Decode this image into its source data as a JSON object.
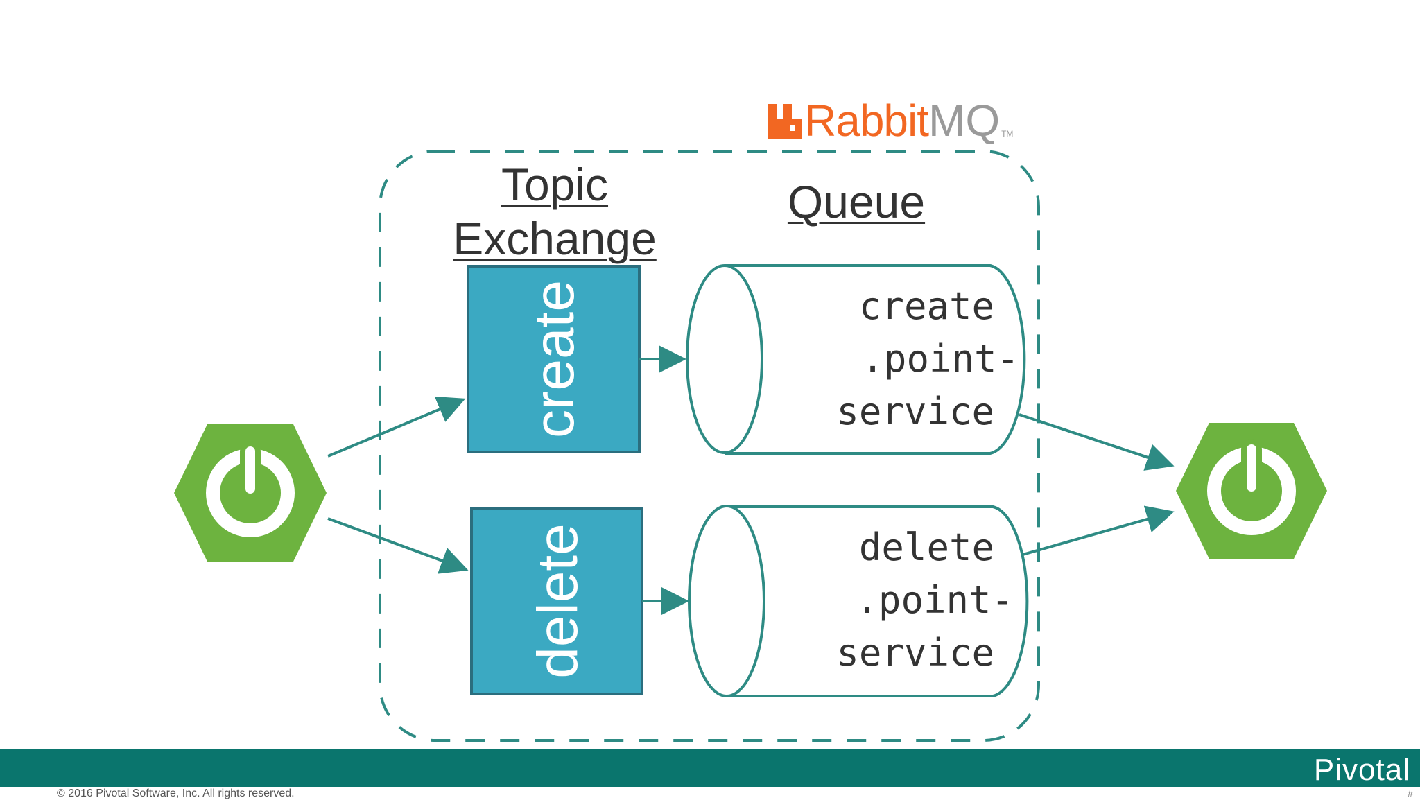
{
  "logo": {
    "rabbit": "Rabbit",
    "mq": "MQ",
    "tm": "TM"
  },
  "headings": {
    "topic_exchange": [
      "Topic",
      "Exchange"
    ],
    "queue": "Queue"
  },
  "exchanges": [
    {
      "label": "create"
    },
    {
      "label": "delete"
    }
  ],
  "queues": [
    {
      "lines": [
        "create",
        ".point-",
        "service"
      ]
    },
    {
      "lines": [
        "delete",
        ".point-",
        "service"
      ]
    }
  ],
  "icons": {
    "producer": "spring-boot-power-icon",
    "consumer": "spring-boot-power-icon",
    "logo": "rabbitmq-logo-icon"
  },
  "footer": {
    "brand": "Pivotal",
    "copyright": "© 2016 Pivotal Software, Inc.  All rights reserved.",
    "page_mark": "#"
  },
  "colors": {
    "teal_line": "#2e8b84",
    "exchange_fill": "#3ba9c2",
    "exchange_border": "#2b6e7e",
    "spring_green": "#6db33f",
    "footer_bar": "#0a756d",
    "rabbit_orange": "#f26722"
  }
}
